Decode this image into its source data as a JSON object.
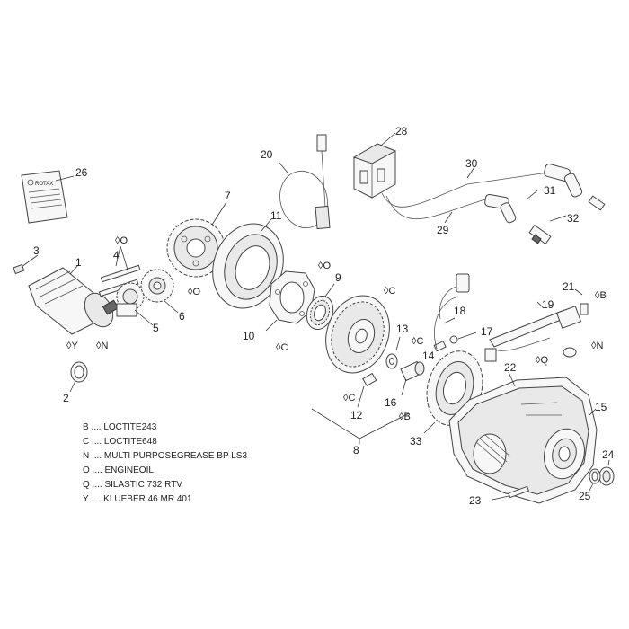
{
  "callouts": {
    "c1": "1",
    "c2": "2",
    "c3": "3",
    "c4": "4",
    "c5": "5",
    "c6": "6",
    "c7": "7",
    "c8": "8",
    "c9": "9",
    "c10": "10",
    "c11": "11",
    "c12": "12",
    "c13": "13",
    "c14": "14",
    "c15": "15",
    "c16": "16",
    "c17": "17",
    "c18": "18",
    "c19": "19",
    "c20": "20",
    "c21": "21",
    "c22": "22",
    "c23": "23",
    "c24": "24",
    "c25": "25",
    "c26": "26",
    "c28": "28",
    "c29": "29",
    "c30": "30",
    "c31": "31",
    "c32": "32",
    "c33": "33"
  },
  "material_marks": {
    "o_4": "O",
    "o_6": "O",
    "o_9": "O",
    "c_10": "C",
    "c_13": "C",
    "c_8": "C",
    "c_12": "C",
    "y_1": "Y",
    "n_1": "N",
    "b_16": "B",
    "q_22": "Q",
    "b_21": "B",
    "n_19": "N"
  },
  "legend": [
    "B .... LOCTITE243",
    "C .... LOCTITE648",
    "N .... MULTI PURPOSEGREASE BP LS3",
    "O .... ENGINEOIL",
    "Q .... SILASTIC 732 RTV",
    "Y .... KLUEBER 46 MR 401"
  ],
  "manual_label": "ROTAX",
  "colors": {
    "line": "#444444",
    "fill": "#f7f7f7",
    "text": "#222222"
  }
}
